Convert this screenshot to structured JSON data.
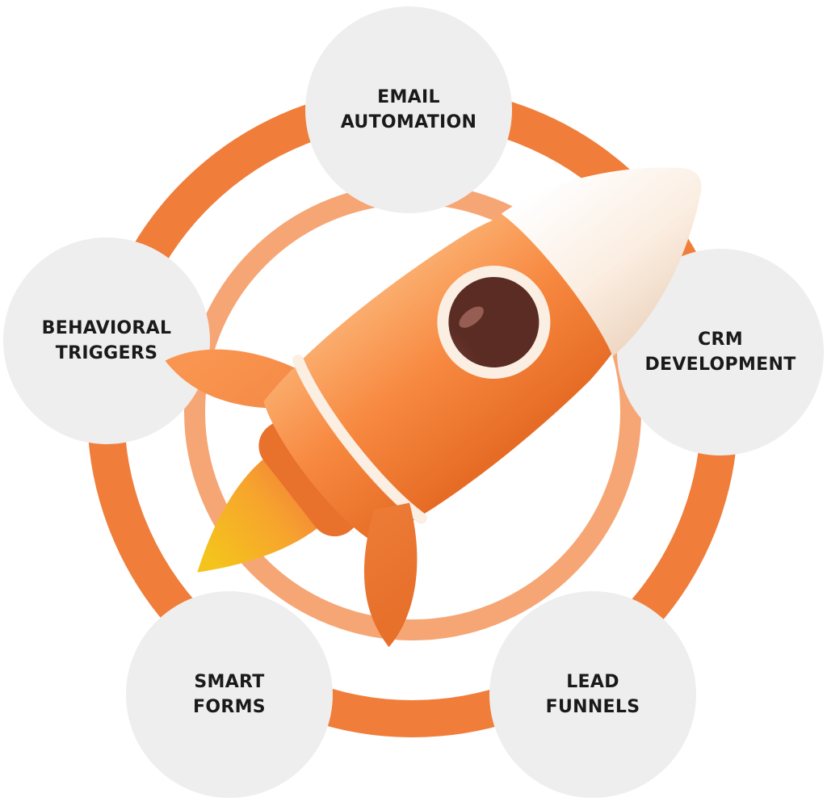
{
  "colors": {
    "ring_outer": "#f07d3a",
    "ring_inner": "#f6a675",
    "node_fill": "#eeeeee",
    "label_text": "#1a1a1a",
    "rocket_body": "#f7883f",
    "rocket_nose": "#fbeee2",
    "porthole_glass": "#6e3a30",
    "flame_outer": "#f79a33",
    "flame_inner": "#f4c41c"
  },
  "nodes": [
    {
      "id": "email",
      "lines": [
        "EMAIL",
        "AUTOMATION"
      ]
    },
    {
      "id": "crm",
      "lines": [
        "CRM",
        "DEVELOPMENT"
      ]
    },
    {
      "id": "lead",
      "lines": [
        "LEAD",
        "FUNNELS"
      ]
    },
    {
      "id": "smart",
      "lines": [
        "SMART",
        "FORMS"
      ]
    },
    {
      "id": "behavioral",
      "lines": [
        "BEHAVIORAL",
        "TRIGGERS"
      ]
    }
  ]
}
